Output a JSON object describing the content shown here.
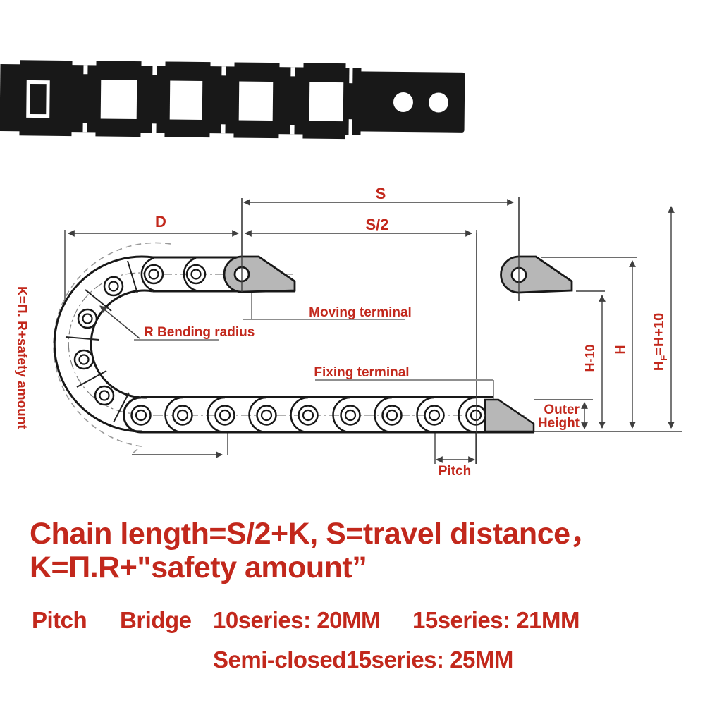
{
  "photo": {
    "description": "black plastic drag chain with end bracket",
    "holes": 2
  },
  "colors": {
    "accent_red": "#c2281c",
    "dim_line": "#3f3f3f",
    "terminal_fill": "#b7b7b7",
    "chain_black": "#181818",
    "dashed_arc": "#9a9a9a"
  },
  "diagram": {
    "labels": {
      "s": "S",
      "s_half": "S/2",
      "d": "D",
      "k_formula": "K=Π. R+safety amount",
      "bending_radius": "R Bending radius",
      "moving_terminal": "Moving terminal",
      "fixing_terminal": "Fixing terminal",
      "outer_height_1": "Outer",
      "outer_height_2": "Height",
      "pitch": "Pitch",
      "h_minus_10": "H-10",
      "h": "H",
      "hf_main": "H",
      "hf_sub": "F",
      "hf_rest": "=H+10"
    }
  },
  "notes": {
    "line1": "Chain length=S/2+K, S=travel distance，",
    "line2": "K=Π.R+\"safety amount”",
    "pitch_label": "Pitch",
    "bridge_label": "Bridge",
    "series10": "10series: 20MM",
    "series15": "15series: 21MM",
    "semi_closed": "Semi-closed15series: 25MM"
  }
}
